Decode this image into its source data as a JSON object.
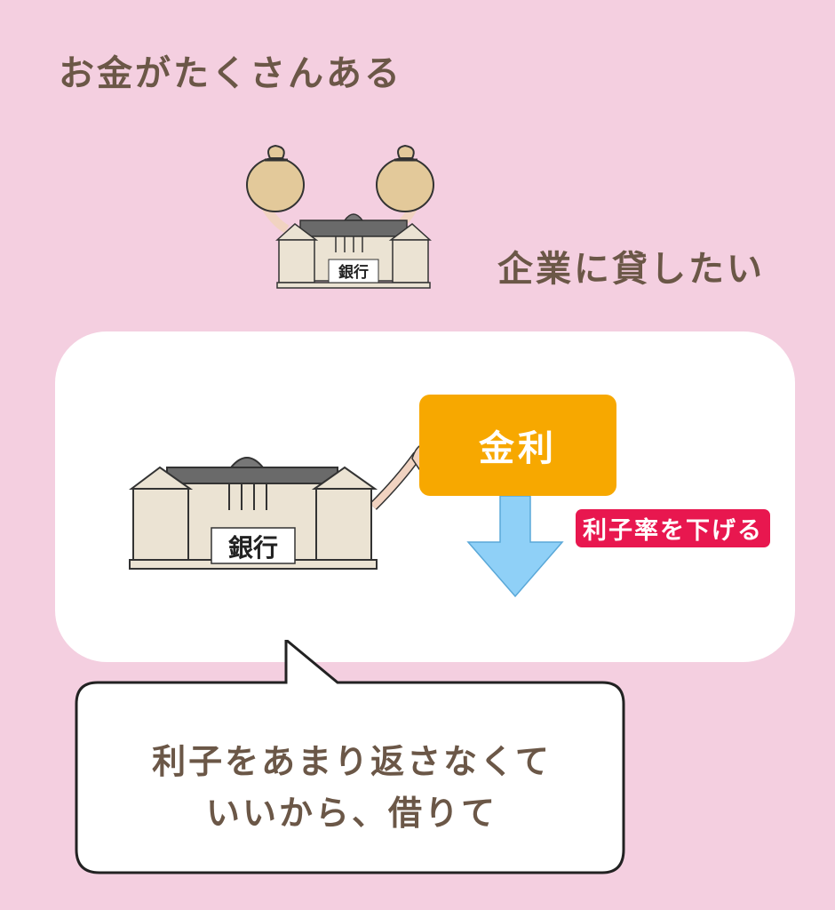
{
  "headline": "お金がたくさんある",
  "subline": "企業に貸したい",
  "bank_label_small": "銀行",
  "bank_label_large": "銀行",
  "rate_box": {
    "label": "金利",
    "color": "#f7a800"
  },
  "badge": {
    "label": "利子率を下げる",
    "color": "#e8174f"
  },
  "arrow": {
    "direction": "down",
    "color": "#8fd0f7"
  },
  "speech": {
    "line1": "利子をあまり返さなくて",
    "line2": "いいから、借りて"
  },
  "colors": {
    "background": "#f4cfe0",
    "text": "#6b5747",
    "building": "#ebe3d3"
  }
}
